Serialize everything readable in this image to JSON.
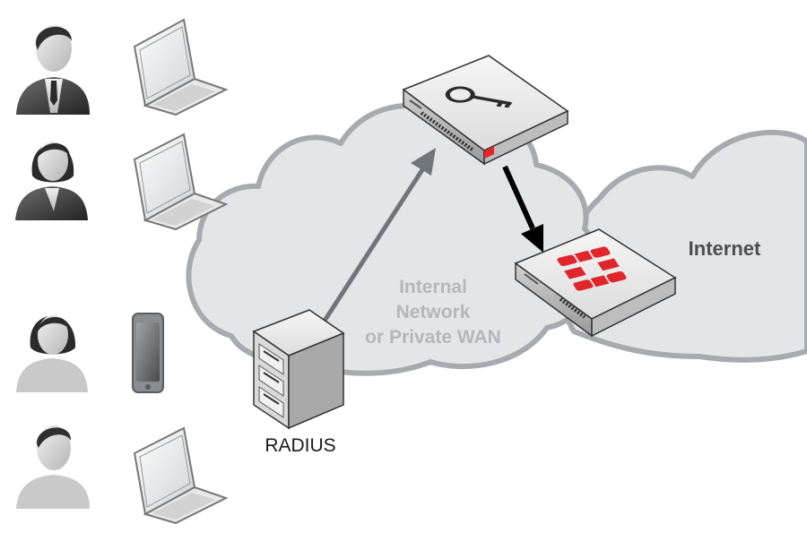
{
  "labels": {
    "internal_line1": "Internal",
    "internal_line2": "Network",
    "internal_line3": "or Private WAN",
    "internet": "Internet",
    "radius": "RADIUS"
  },
  "icons": {
    "users": [
      "businessman-icon",
      "businesswoman-icon",
      "woman-user-icon",
      "man-user-icon"
    ],
    "devices": [
      "laptop-icon",
      "laptop-icon",
      "smartphone-icon",
      "laptop-icon"
    ],
    "server": "radius-server-icon",
    "auth_appliance": "authentication-appliance-icon",
    "firewall": "firewall-appliance-icon",
    "key": "key-icon",
    "logo": "fortinet-logo-icon"
  },
  "colors": {
    "cloud_fill": "#e4e5e7",
    "cloud_stroke": "#a7abb0",
    "label_internal": "#b3b8bd",
    "label_internet": "#4b4f54",
    "arrow_gray": "#707579",
    "arrow_black": "#000000",
    "brand_red": "#e0262a"
  }
}
